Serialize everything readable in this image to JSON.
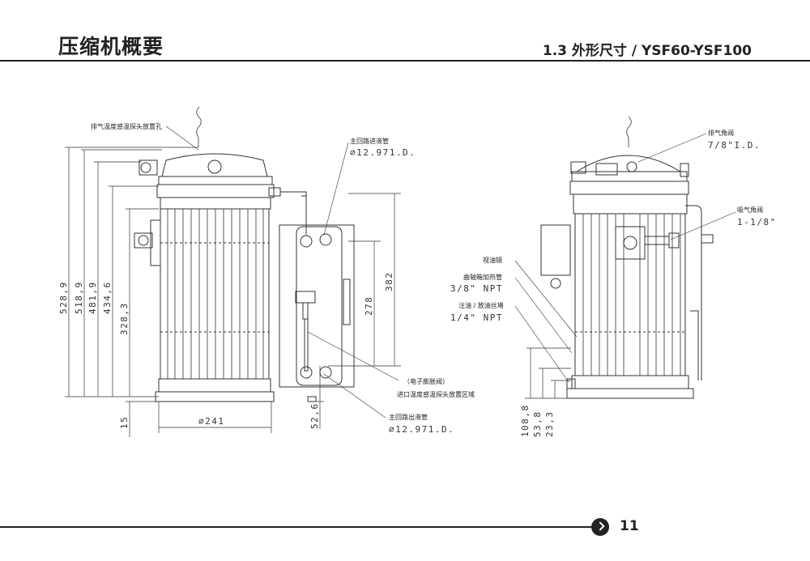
{
  "header": {
    "title": "压缩机概要",
    "section": "1.3 外形尺寸 / YSF60-YSF100"
  },
  "left_view": {
    "discharge_sensor_hole": "排气温度感温探头放置孔",
    "dims_vertical": [
      "528,9",
      "518,9",
      "481,9",
      "434,6",
      "328,3",
      "15"
    ],
    "diameter": "∅241"
  },
  "middle_view": {
    "main_inlet_label": "主回路进液管",
    "main_inlet_size": "∅12.971.D.",
    "dim_382": "382",
    "dim_278": "278",
    "dim_52_6": "52,6",
    "eev_label": "（电子膨胀阀）",
    "inlet_sensor_area": "进口温度感温探头放置区域",
    "main_outlet_label": "主回路出液管",
    "main_outlet_size": "∅12.971.D."
  },
  "right_view": {
    "discharge_valve_label": "排气角阀",
    "discharge_valve_size": "7/8\"I.D.",
    "suction_valve_label": "吸气角阀",
    "suction_valve_size": "1-1/8\"",
    "sight_glass": "视油镜",
    "crankcase_heater": "曲轴箱加热管",
    "crankcase_heater_size": "3/8\" NPT",
    "oil_plug": "注油 / 放油丝堵",
    "oil_plug_size": "1/4\" NPT",
    "dims_vertical": [
      "108,8",
      "53,8",
      "23,3"
    ]
  },
  "footer": {
    "page_number": "11"
  }
}
